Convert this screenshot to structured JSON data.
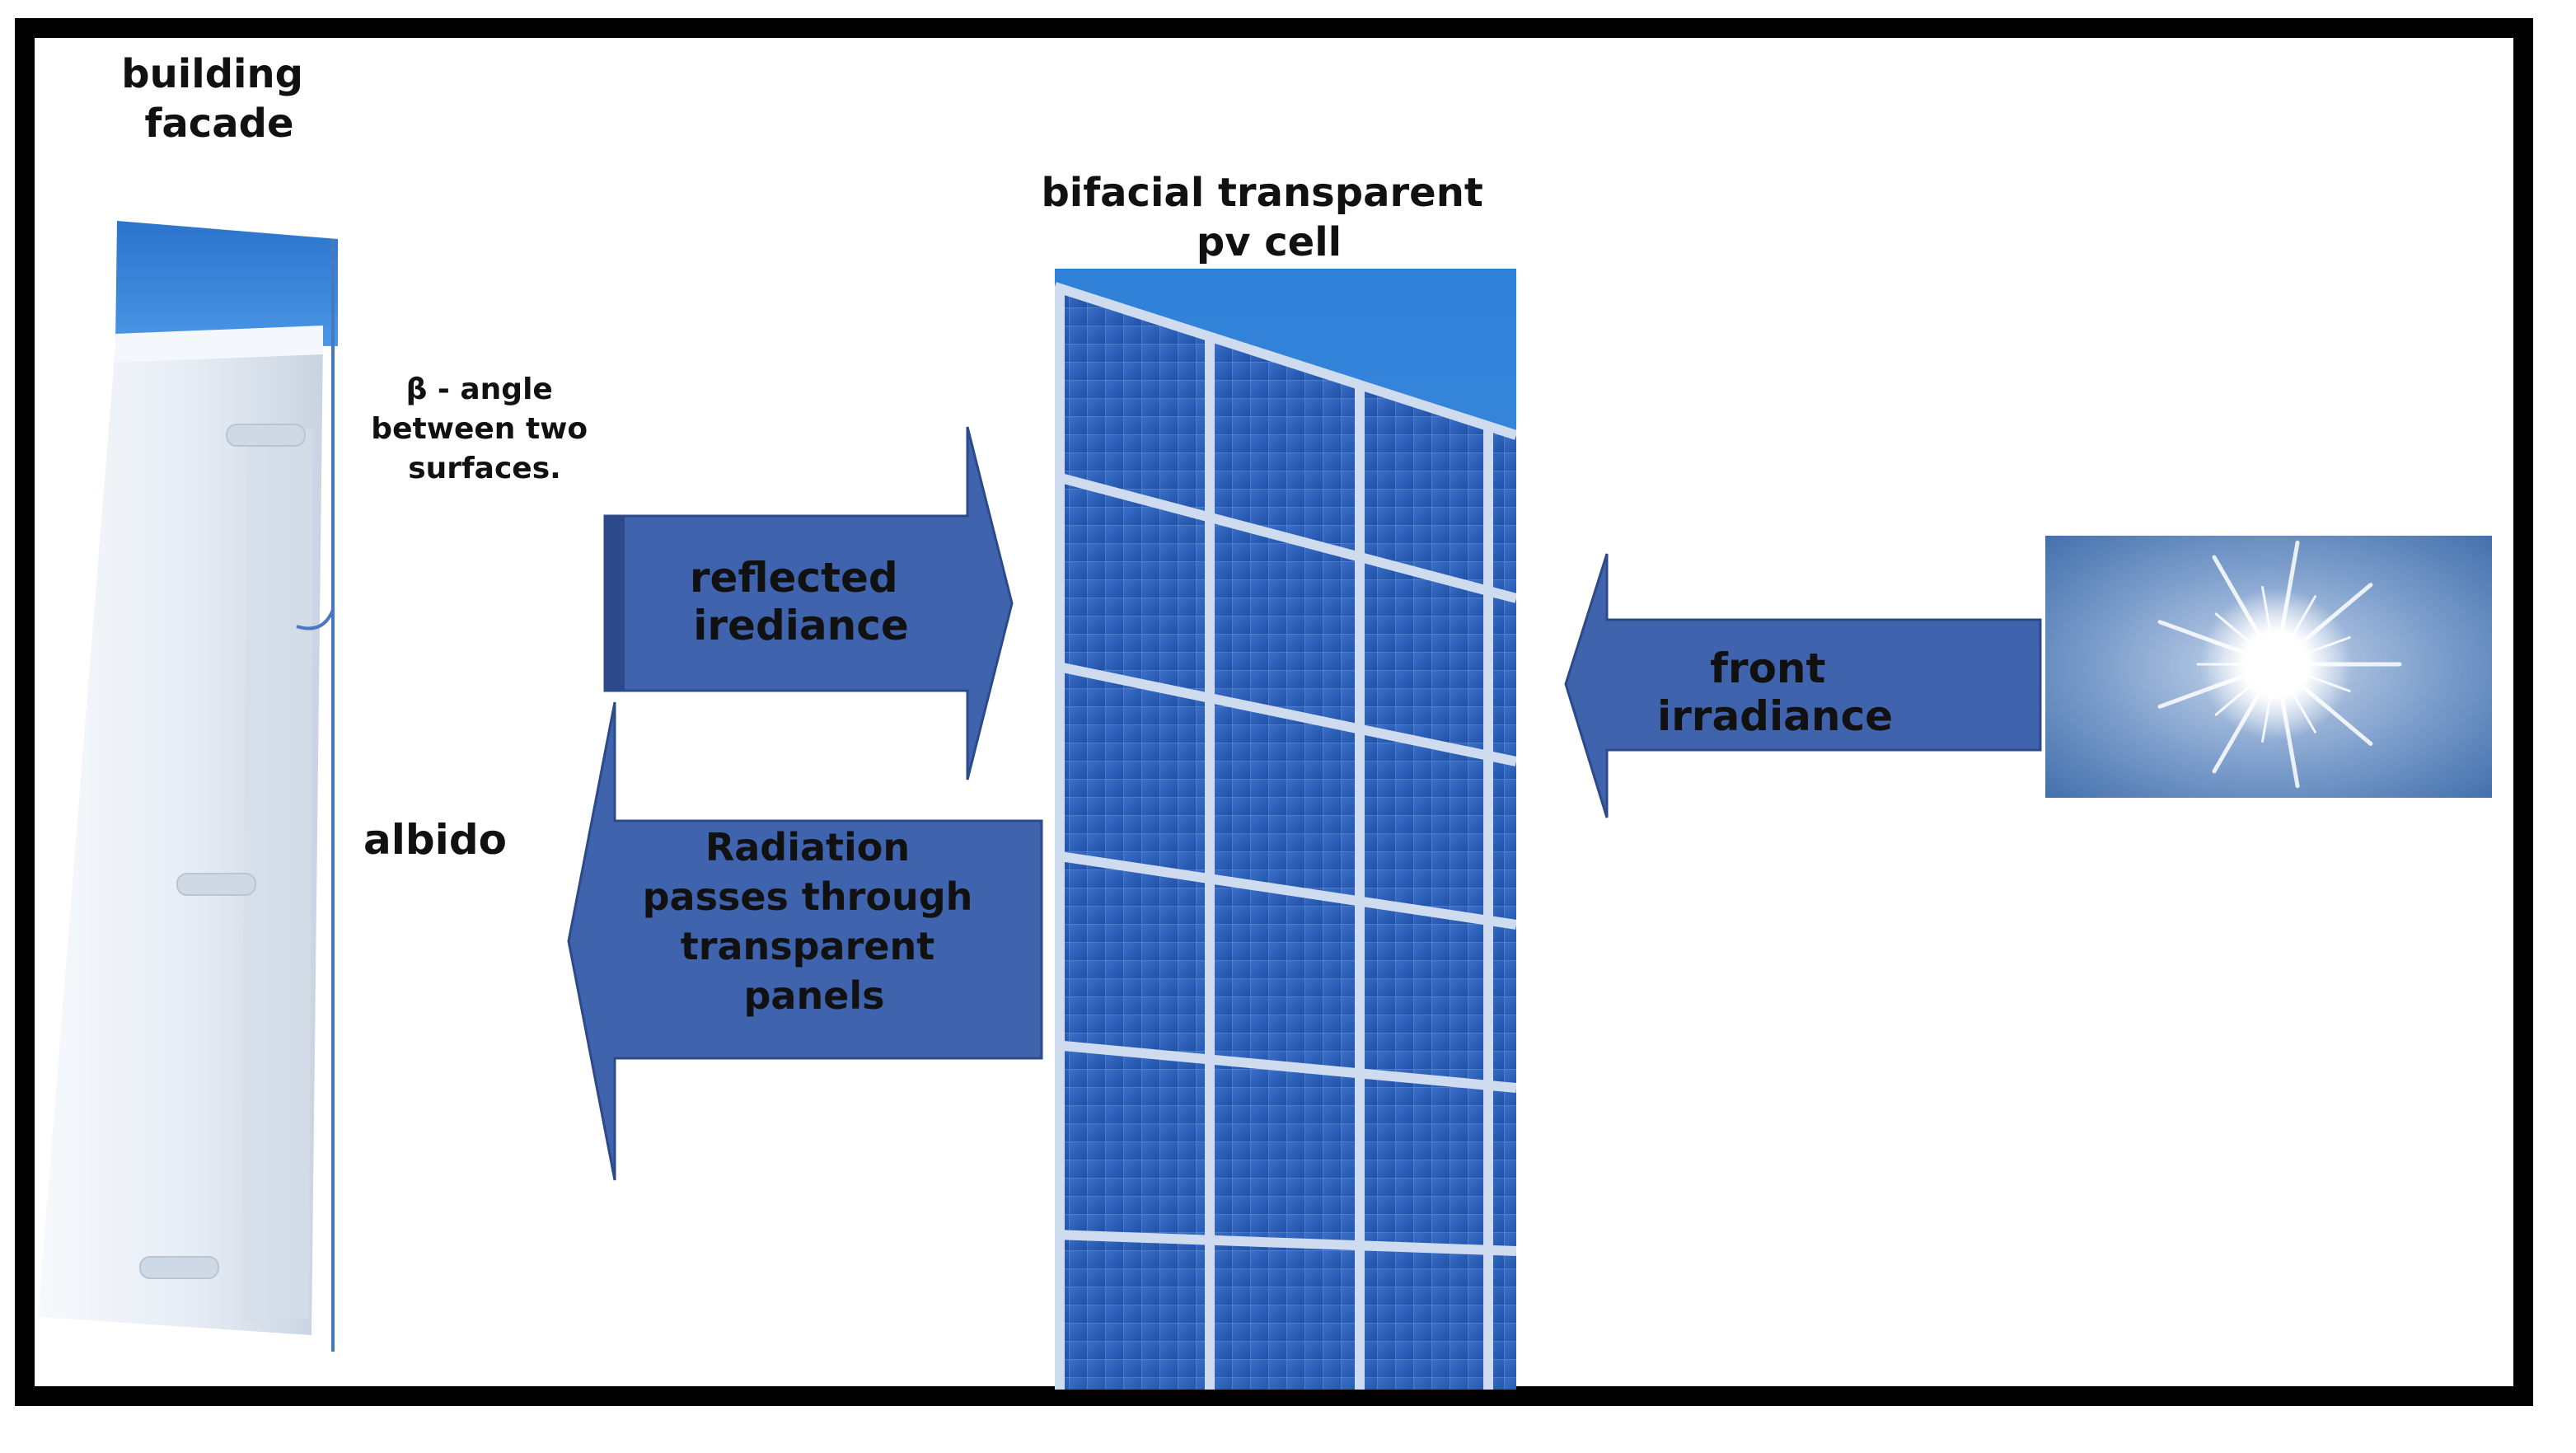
{
  "labels": {
    "building_facade": [
      "building",
      "facade"
    ],
    "pv_cell": [
      "bifacial transparent",
      "pv cell"
    ],
    "beta_angle": [
      "β - angle",
      "between two",
      "surfaces."
    ],
    "albido": "albido",
    "reflected": [
      "reflected",
      "irediance"
    ],
    "radiation": [
      "Radiation",
      "passes through",
      "transparent",
      "panels"
    ],
    "front": [
      "front",
      "irradiance"
    ]
  },
  "colors": {
    "frame": "#000000",
    "arrow_fill": "#3f63ad",
    "arrow_edge": "#2c4a8a",
    "sky_blue": "#2f7fd6",
    "panel_blue": "#2a5db8",
    "panel_grid": "#c9d9ef",
    "facade_white": "#e9eef5",
    "line_blue": "#4a78c0"
  },
  "icons": {
    "sun": "sun-photo-icon",
    "facade": "building-facade-photo",
    "pv": "pv-panel-photo"
  }
}
